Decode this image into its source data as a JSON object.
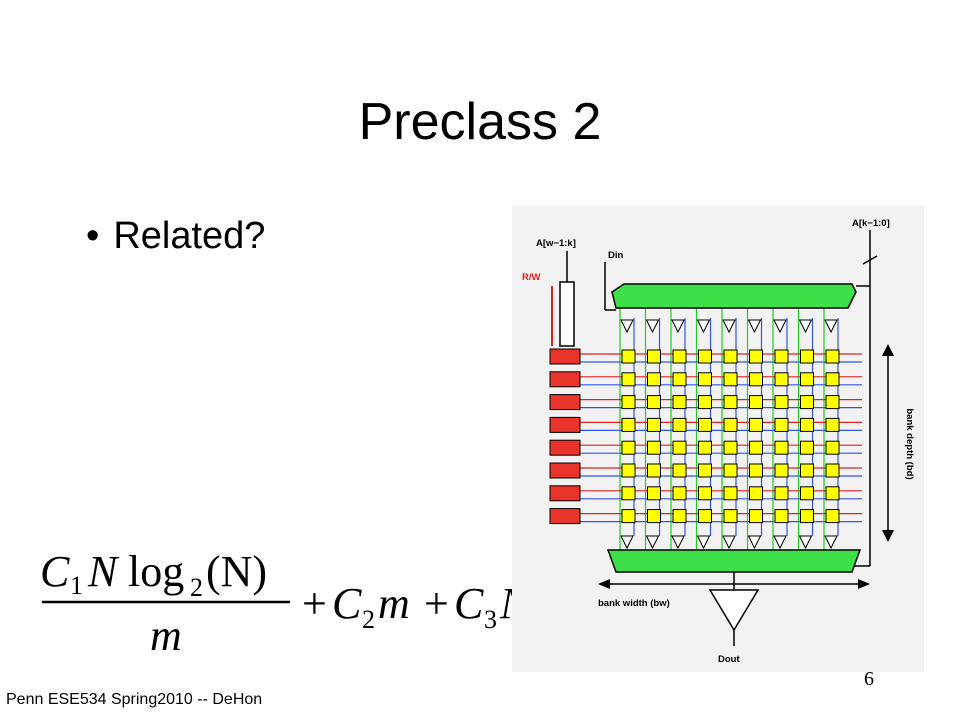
{
  "slide": {
    "title": "Preclass 2",
    "bullet": "Related?",
    "footer": "Penn ESE534 Spring2010 -- DeHon",
    "page_number": "6"
  },
  "formula": {
    "numerator_c": "C",
    "numerator_c_sub": "1",
    "numerator_n": "N",
    "numerator_log": "log",
    "numerator_log_sub": "2",
    "numerator_arg": "(N)",
    "denominator": "m",
    "term2_op": "+",
    "term2_c": "C",
    "term2_sub": "2",
    "term2_var": "m",
    "term3_op": "+",
    "term3_c": "C",
    "term3_sub": "3",
    "term3_var": "N"
  },
  "diagram": {
    "label_addr_high": "A[w−1:k]",
    "label_addr_low": "A[k−1:0]",
    "label_din": "Din",
    "label_rw": "R/W",
    "label_bank_depth": "bank depth (bd)",
    "label_bank_width": "bank width (bw)",
    "label_dout": "Dout",
    "rows": 8,
    "cols": 9,
    "colors": {
      "mux_green": "#3ee04a",
      "cell_yellow": "#ffff00",
      "decoder_red": "#e8342a",
      "wordline_red": "#dd2222",
      "bitline_blue": "#3355ee",
      "bitline_green": "#22cc22",
      "background": "#f2f2f2"
    }
  }
}
